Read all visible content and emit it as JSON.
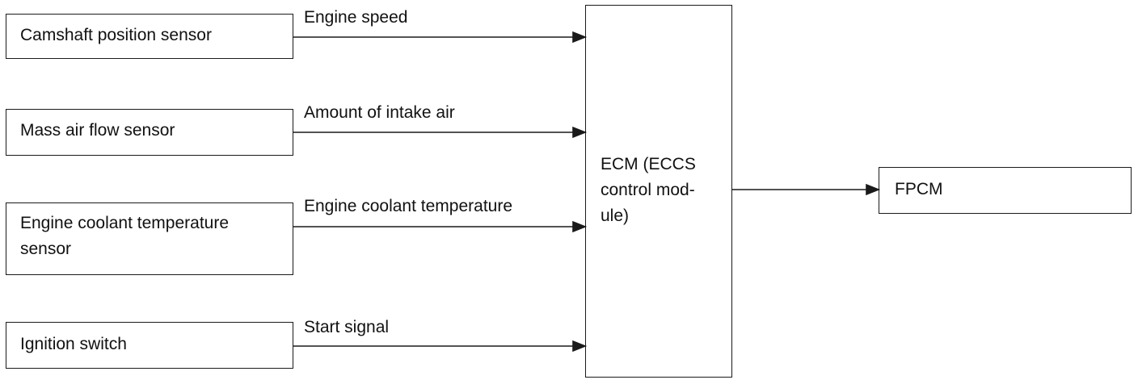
{
  "inputs": [
    {
      "label_lines": [
        "Camshaft position sensor"
      ],
      "signal": "Engine speed"
    },
    {
      "label_lines": [
        "Mass air flow sensor"
      ],
      "signal": "Amount of intake air"
    },
    {
      "label_lines": [
        "Engine coolant temperature",
        "sensor"
      ],
      "signal": "Engine coolant temperature"
    },
    {
      "label_lines": [
        "Ignition switch"
      ],
      "signal": "Start signal"
    }
  ],
  "ecm": {
    "label_lines": [
      "ECM (ECCS",
      "control mod-",
      "ule)"
    ]
  },
  "output": {
    "label": "FPCM"
  },
  "colors": {
    "line": "#1a1a1a",
    "text": "#111111",
    "background": "#ffffff"
  }
}
